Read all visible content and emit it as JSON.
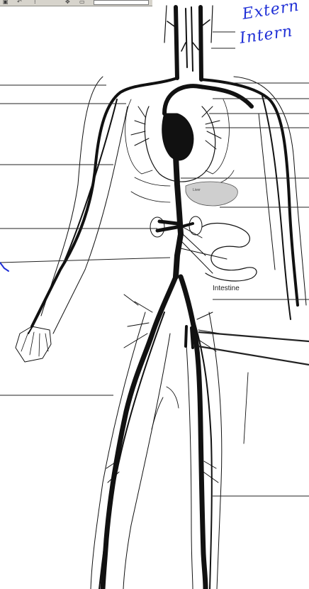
{
  "handwritten": {
    "top_right_1": "Extern",
    "top_right_2": "Intern"
  },
  "printed_labels": {
    "intestine": "Intestine",
    "liver": "Liver"
  },
  "colors": {
    "ink": "#111111",
    "handwriting_blue": "#1f2fd6",
    "organ_gray": "#cfcfcf"
  }
}
